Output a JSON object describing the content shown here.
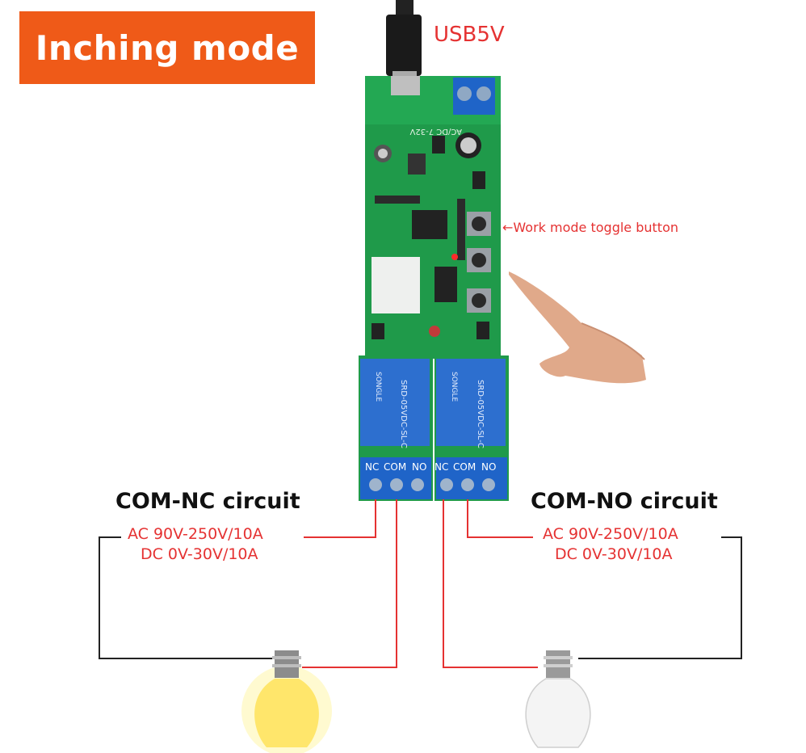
{
  "badge": {
    "title": "Inching mode"
  },
  "power": {
    "usb_label": "USB5V"
  },
  "board": {
    "toggle_annotation": "←Work mode toggle button",
    "power_marking": "AC/DC 7-32V",
    "relay_model": "SRD-05VDC-SL-C",
    "relay_brand": "SONGLE",
    "terminals_left": [
      "NC",
      "COM",
      "NO"
    ],
    "terminals_right": [
      "NC",
      "COM",
      "NO"
    ]
  },
  "circuits": {
    "nc": {
      "title": "COM-NC circuit",
      "ac": "AC 90V-250V/10A",
      "dc": "DC 0V-30V/10A"
    },
    "no": {
      "title": "COM-NO circuit",
      "ac": "AC 90V-250V/10A",
      "dc": "DC 0V-30V/10A"
    }
  },
  "colors": {
    "badge": "#ef5a18",
    "accent_red": "#e53232",
    "pcb_green": "#1f9a4a",
    "relay_blue": "#2d6fcf",
    "terminal_blue": "#1f64c8"
  },
  "icons": [
    "usb-cable-icon",
    "pointing-hand-icon",
    "lit-bulb-icon",
    "unlit-bulb-icon"
  ]
}
